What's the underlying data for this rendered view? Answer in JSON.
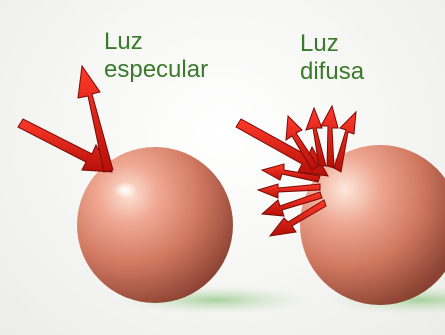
{
  "labels": {
    "specular": {
      "line1": "Luz",
      "line2": "especular"
    },
    "diffuse": {
      "line1": "Luz",
      "line2": "difusa"
    }
  },
  "colors": {
    "label_text": "#3a7a2a",
    "arrow_fill": "#d21a12",
    "arrow_stroke": "#7a0a06",
    "sphere_light": "#f6c6b4",
    "sphere_mid": "#d8846c",
    "sphere_dark": "#9a4a38",
    "shadow": "#b9d8b0"
  },
  "icons": [
    "sphere-icon",
    "arrow-icon"
  ]
}
